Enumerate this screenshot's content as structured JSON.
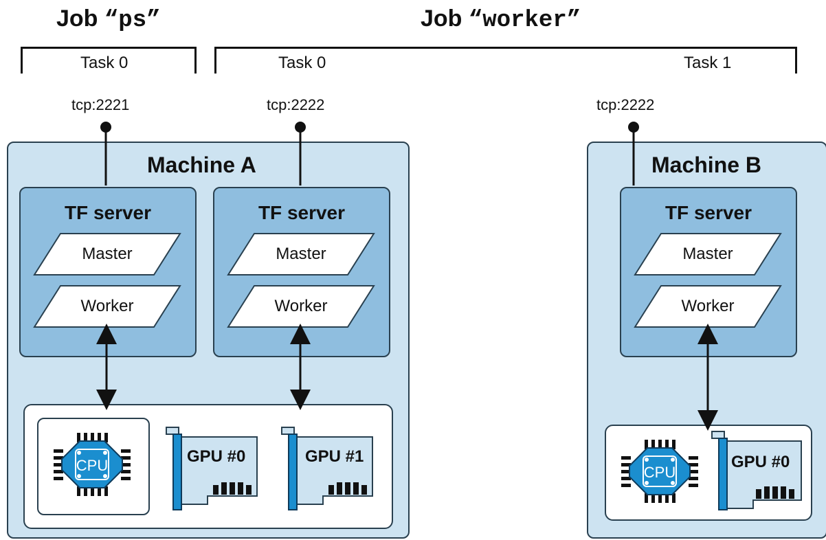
{
  "jobs": {
    "ps": {
      "prefix": "Job",
      "name": "“ps”",
      "task": "Task 0",
      "address": "tcp:2221"
    },
    "worker": {
      "prefix": "Job",
      "name": "“worker”",
      "task0": "Task 0",
      "task1": "Task 1",
      "address0": "tcp:2222",
      "address1": "tcp:2222"
    }
  },
  "machine_a": {
    "title": "Machine A",
    "server_ps": {
      "title": "TF server",
      "master": "Master",
      "worker": "Worker"
    },
    "server_worker": {
      "title": "TF server",
      "master": "Master",
      "worker": "Worker"
    },
    "cpu": "CPU",
    "gpu0": "GPU #0",
    "gpu1": "GPU #1"
  },
  "machine_b": {
    "title": "Machine B",
    "server": {
      "title": "TF server",
      "master": "Master",
      "worker": "Worker"
    },
    "cpu": "CPU",
    "gpu0": "GPU #0"
  },
  "colors": {
    "machine_bg": "#cde3f1",
    "server_bg": "#8fbedf",
    "cpu_blue": "#1b8ecf",
    "gpu_blue": "#1b8ecf",
    "outline": "#29404f"
  }
}
